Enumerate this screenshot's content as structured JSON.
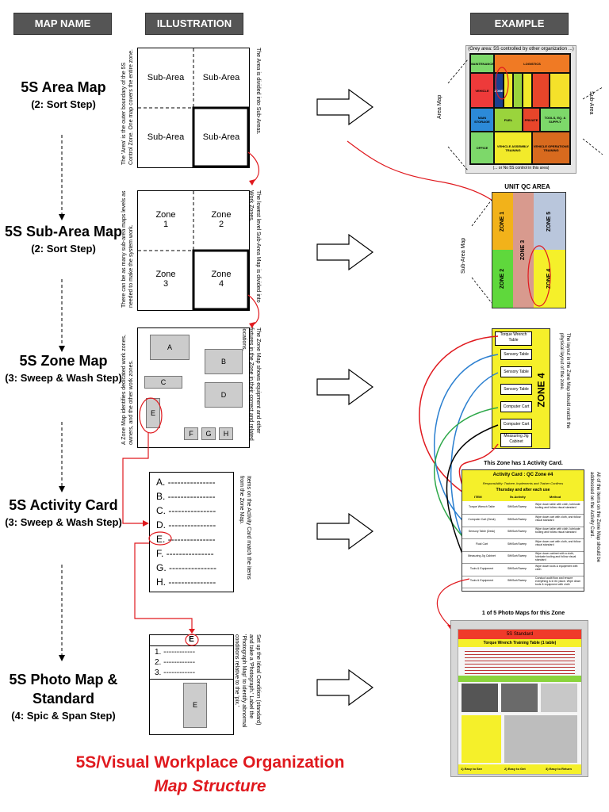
{
  "headers": {
    "map_name": "MAP NAME",
    "illustration": "ILLUSTRATION",
    "example": "EXAMPLE"
  },
  "rows": [
    {
      "title": "5S Area Map",
      "step": "(2: Sort Step)"
    },
    {
      "title": "5S Sub-Area Map",
      "step": "(2: Sort Step)"
    },
    {
      "title": "5S Zone Map",
      "step": "(3: Sweep & Wash Step)"
    },
    {
      "title": "5S Activity Card",
      "step": "(3: Sweep & Wash Step)"
    },
    {
      "title": "5S Photo Map & Standard",
      "step": "(4: Spic & Span Step)"
    }
  ],
  "area_illus": {
    "cells": [
      "Sub-Area",
      "Sub-Area",
      "Sub-Area",
      "Sub-Area"
    ],
    "left_note": "The 'Area' is the outer boundary of the 5S Control Zone. One map covers the entire zone.",
    "right_note": "The Area is divided into Sub-Areas."
  },
  "subarea_illus": {
    "cells": [
      "Zone 1",
      "Zone 2",
      "Zone 3",
      "Zone 4"
    ],
    "left_note": "There can be as many sub-area maps levels as needed to make the system work.",
    "right_note": "The lowest level Sub-Area Map is divided into Work Zones."
  },
  "zone_illus": {
    "items": [
      "A",
      "B",
      "C",
      "D",
      "E",
      "F",
      "G",
      "H"
    ],
    "left_note": "A Zone Map identifies dedicated work zones, owners, and the other work zones.",
    "right_note": "The Zone Map shows equipment and other fixtures in the Zone in their correct and related locations."
  },
  "card_illus": {
    "items": [
      "A. ---------------",
      "B. ---------------",
      "C. ---------------",
      "D. ---------------",
      "E. ---------------",
      "F. ---------------",
      "G. ---------------",
      "H. ---------------"
    ],
    "right_note": "Items on the Activity Card match the items from the Zone Map."
  },
  "photo_illus": {
    "header": "E",
    "items": [
      "1. ------------",
      "2. ------------",
      "3. ------------"
    ],
    "box": "E",
    "right_note": "Set up the Ideal Condition (standard) and take a 'Photograph.' Label the 'Photograph Map' to identify abnormal conditions relative to the 'pix.'"
  },
  "examples": {
    "area_top": "(Grey area: 5S controlled by other organization ...)",
    "area_bottom": "(... or No 5S control in this area)",
    "area_map_label": "Area Map",
    "sub_area_label": "Sub-Area",
    "area_tiles": [
      "MAINTENANCE",
      "LOGISTICS",
      "VEHICLE",
      "ZONE",
      "MAIN STORAGE",
      "FUEL",
      "PRIVATE",
      "TOOLS, EQ. & SUPPLY",
      "OFFICE",
      "VEHICLE ASSEMBLY TRAINING",
      "VEHICLE OPERATIONS TRAINING"
    ],
    "unit_qc": "UNIT QC AREA",
    "sub_area_map_label": "Sub-Area Map",
    "zones": [
      "ZONE 1",
      "ZONE 2",
      "ZONE 3",
      "ZONE 4",
      "ZONE 5"
    ],
    "zone4_items": [
      "Torque Wrench Table",
      "Sensory Table",
      "Sensory Table",
      "Sensory Table",
      "Computer Cart",
      "Computer Cart",
      "Measuring Jig Cabinet"
    ],
    "zone4_label": "ZONE 4",
    "zone4_note": "The layout in the Zone Map should match the physical layout of the zone.",
    "card_caption": "This Zone has 1 Activity Card.",
    "card_title": "Activity Card  :  QC Zone #4",
    "card_resp": "Responsibility: Trainee, Implements and Trainer Confirms",
    "card_when": "Thursday and after each use",
    "card_cols": [
      "ITEM",
      "5s Activity",
      "Method"
    ],
    "card_rows": [
      [
        "Torque Wrench Table",
        "Sift/Sort/Sweep",
        "Wipe down table with cloth, lubricate tooling and follow visual standard"
      ],
      [
        "Computer Cart (Desk)",
        "Sift/Sort/Sweep",
        "Wipe down cart with cloth, and follow visual standard"
      ],
      [
        "Sensory Table (Desk)",
        "Sift/Sort/Sweep",
        "Wipe down table with cloth, lubricate tooling and follow visual standard"
      ],
      [
        "Fluid Cart",
        "Sift/Sort/Sweep",
        "Wipe down cart with cloth, and follow visual standard"
      ],
      [
        "Measuring Jig Cabinet",
        "Sift/Sort/Sweep",
        "Wipe down cabinet with a cloth, lubricate tooling and follow visual standard"
      ],
      [
        "Tools & Equipment",
        "Sift/Sort/Sweep",
        "Wipe down tools & equipment with cloth"
      ],
      [
        "Tools & Equipment",
        "Sift/Sort/Sweep",
        "Conduct audit flow and ensure everything is in its' place. Wipe down tools & equipment with cloth"
      ]
    ],
    "card_note": "All of the items on the Zone Map should be addressed on the Activity Card.",
    "photo_caption": "1 of 5 Photo Maps for this Zone",
    "photo_title": "5S Standard",
    "photo_sub": "Torque Wrench Training Table (1 table)",
    "photo_footer": [
      "1) Easy to See",
      "2) Easy to Get",
      "3) Easy to Return"
    ]
  },
  "footer": {
    "line1": "5S/Visual Workplace Organization",
    "line2": "Map Structure"
  }
}
